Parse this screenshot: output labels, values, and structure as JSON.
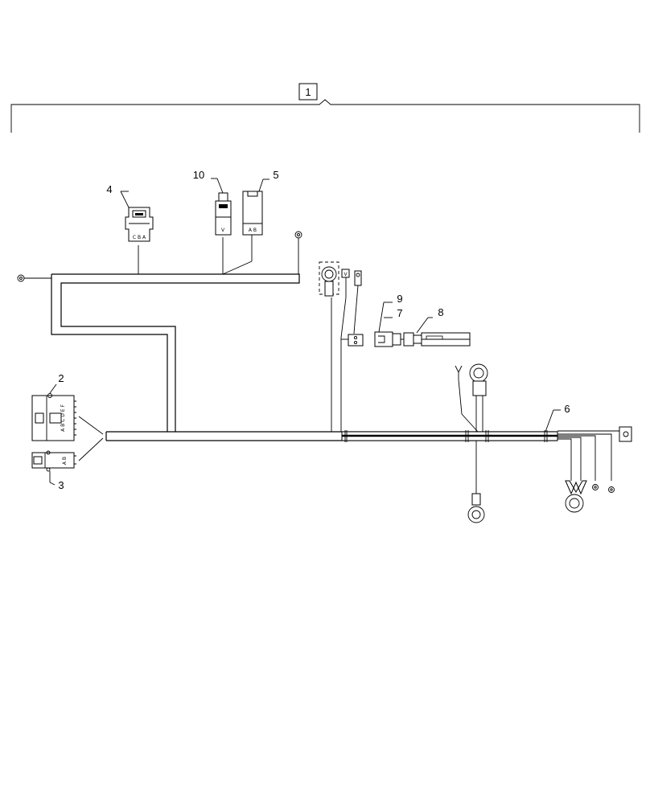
{
  "callouts": {
    "c1": "1",
    "c2": "2",
    "c3": "3",
    "c4": "4",
    "c5": "5",
    "c6": "6",
    "c7": "7",
    "c8": "8",
    "c9": "9",
    "c10": "10"
  },
  "pin_labels": {
    "connector_2": "A B C D E F",
    "connector_3": "A B",
    "connector_4": "C B A",
    "connector_5": "A B",
    "connector_10": "V"
  }
}
